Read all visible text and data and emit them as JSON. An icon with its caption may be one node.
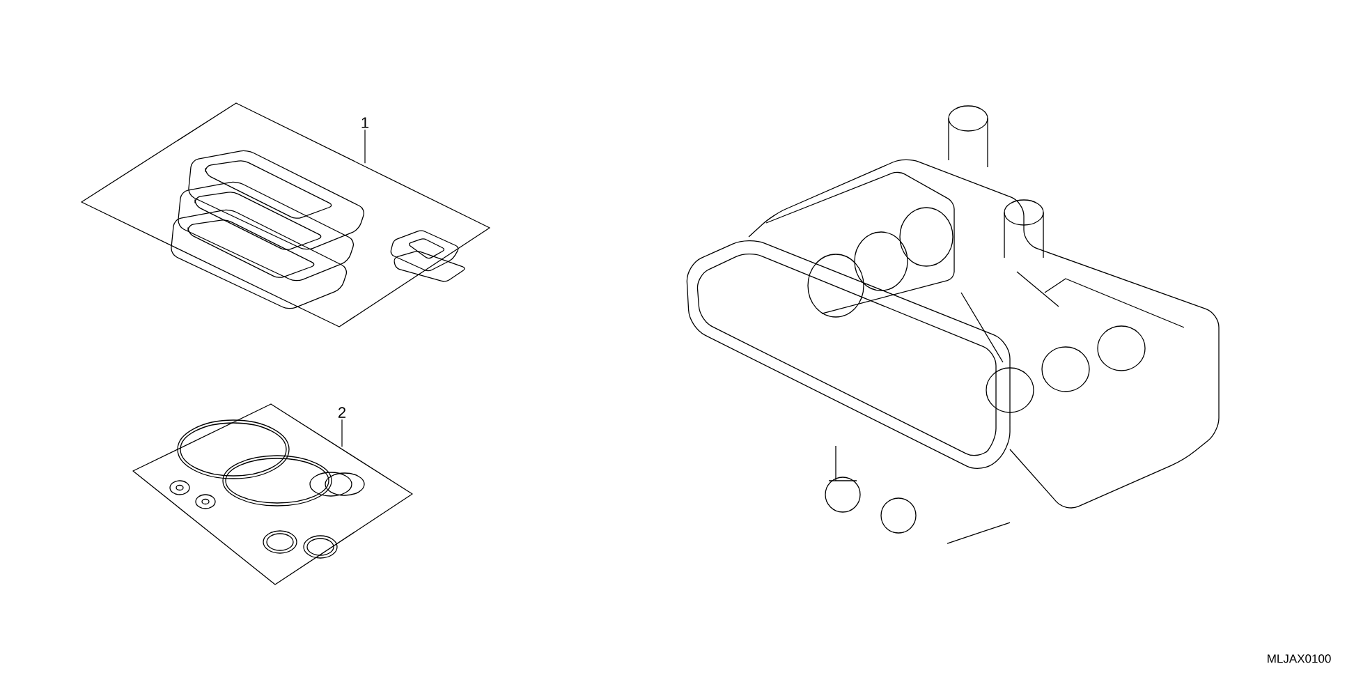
{
  "diagram": {
    "nodes": [
      {
        "text": [
          "1"
        ]
      },
      {
        "text": [],
        "shape": "picture"
      },
      {
        "text": [
          "2"
        ]
      },
      {
        "text": [],
        "shape": "picture"
      }
    ],
    "edges": [
      {
        "from": 0,
        "to": 1,
        "arrow": "none"
      },
      {
        "from": 2,
        "to": 3,
        "arrow": "none"
      }
    ],
    "labels": [
      "MLJAX0100"
    ]
  }
}
